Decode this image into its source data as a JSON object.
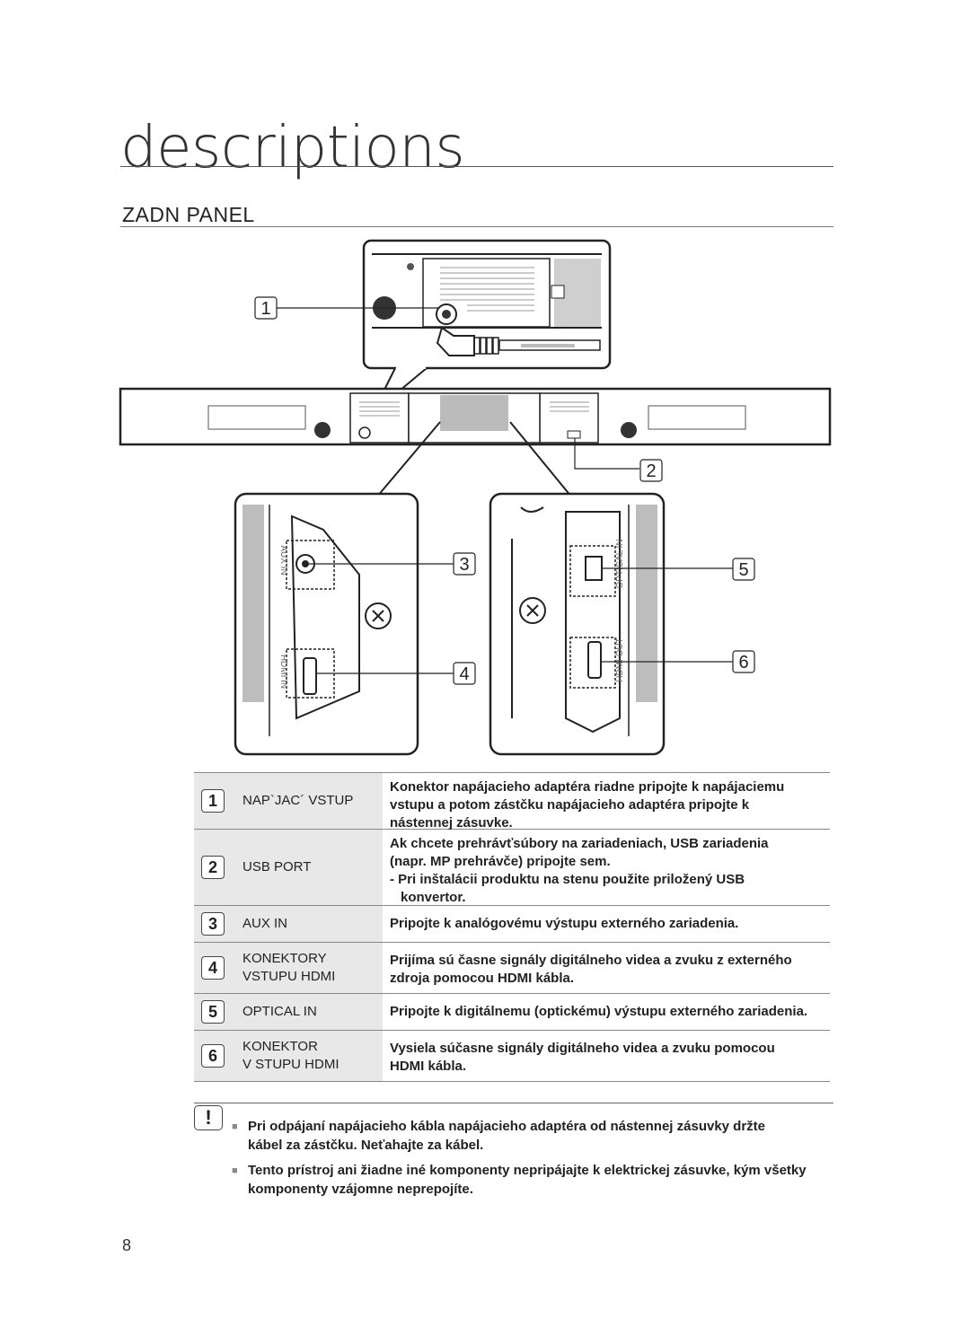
{
  "page": {
    "title": "descriptions",
    "section": "ZADN  PANEL",
    "page_number": "8"
  },
  "diagram": {
    "callouts": [
      "1",
      "2",
      "3",
      "4",
      "5",
      "6"
    ],
    "port_labels": {
      "aux_in": "AUX IN",
      "hdmi_in": "HDMI IN",
      "optical_in": "OPTICAL IN",
      "hdmi_out": "HDMI OUT"
    }
  },
  "table": {
    "rows": [
      {
        "num": "1",
        "label": "NAP`JAC´ VSTUP",
        "desc": [
          "Konektor napájacieho adaptéra riadne pripojte k napájaciemu",
          "vstupu a potom zástčku napájacieho adaptéra pripojte k",
          "nástennej zásuvke."
        ]
      },
      {
        "num": "2",
        "label": "USB PORT",
        "desc": [
          "Ak chcete prehrávťsúbory na zariadeniach, USB zariadenia",
          "(napr. MP prehrávče) pripojte sem.",
          "- Pri inštalácii produktu na stenu použite priložený USB",
          "konvertor."
        ]
      },
      {
        "num": "3",
        "label": "AUX IN",
        "desc": [
          "Pripojte k analógovému výstupu externého zariadenia."
        ]
      },
      {
        "num": "4",
        "label": "KONEKTORY\nVSTUPU HDMI",
        "label1": "KONEKTORY",
        "label2": "VSTUPU HDMI",
        "desc": [
          "Prijíma sú časne signály digitálneho videa a zvuku z externého",
          "zdroja pomocou HDMI kábla."
        ]
      },
      {
        "num": "5",
        "label": "OPTICAL IN",
        "desc": [
          "Pripojte k digitálnemu (optickému) výstupu externého zariadenia."
        ]
      },
      {
        "num": "6",
        "label1": "KONEKTOR",
        "label2": "V STUPU HDMI",
        "desc": [
          "Vysiela súčasne signály digitálneho videa a zvuku pomocou",
          "HDMI kábla."
        ]
      }
    ]
  },
  "notes": {
    "icon": "!",
    "items": [
      {
        "line1": "Pri odpájaní napájacieho kábla napájacieho adaptéra od nástennej zásuvky držte",
        "line2": "kábel za zástčku. Neťahajte za kábel."
      },
      {
        "line1": "Tento prístroj ani žiadne iné komponenty nepripájajte k elektrickej zásuvke, kým všetky",
        "line2": "komponenty vzájomne neprepojíte."
      }
    ]
  }
}
